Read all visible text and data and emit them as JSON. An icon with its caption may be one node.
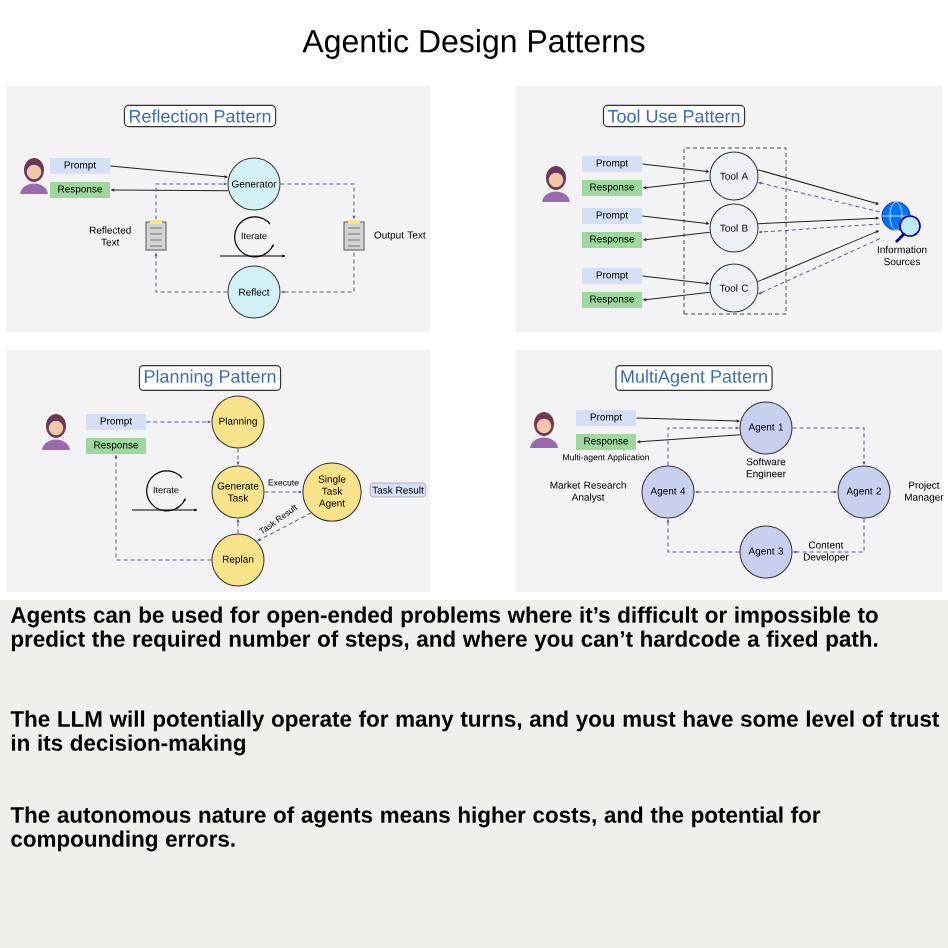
{
  "diagram": {
    "title": "Agentic Design Patterns",
    "nodes": [
      {
        "text": [],
        "shape": "box"
      },
      {
        "text": [
          "Reflection Pattern"
        ],
        "in": 0
      },
      {
        "text": [],
        "shape": "person",
        "in": 0
      },
      {
        "text": [
          "Prompt"
        ],
        "in": 0
      },
      {
        "text": [
          "Response"
        ],
        "in": 0
      },
      {
        "text": [
          "Generator"
        ],
        "in": 0
      },
      {
        "text": [],
        "shape": "document",
        "in": 0,
        "beside": [
          "Reflected Text"
        ]
      },
      {
        "text": [],
        "shape": "document",
        "in": 0,
        "beside": [
          "Output Text"
        ]
      },
      {
        "text": [
          "Reflect"
        ],
        "in": 0
      },
      {
        "text": [],
        "shape": "box"
      },
      {
        "text": [
          "Tool Use Pattern"
        ],
        "in": 9
      },
      {
        "text": [],
        "shape": "person",
        "in": 9
      },
      {
        "text": [
          "Prompt"
        ],
        "in": 9
      },
      {
        "text": [
          "Response"
        ],
        "in": 9
      },
      {
        "text": [
          "Prompt"
        ],
        "in": 9
      },
      {
        "text": [
          "Response"
        ],
        "in": 9
      },
      {
        "text": [
          "Prompt"
        ],
        "in": 9
      },
      {
        "text": [
          "Response"
        ],
        "in": 9
      },
      {
        "text": [],
        "shape": "box",
        "in": 9
      },
      {
        "text": [
          "Tool A"
        ],
        "in": 18
      },
      {
        "text": [
          "Tool B"
        ],
        "in": 18
      },
      {
        "text": [
          "Tool C"
        ],
        "in": 18
      },
      {
        "text": [],
        "shape": "globe",
        "in": 9,
        "beside": [
          "Information Sources"
        ]
      },
      {
        "text": [],
        "shape": "box"
      },
      {
        "text": [
          "Planning Pattern"
        ],
        "in": 23
      },
      {
        "text": [],
        "shape": "person",
        "in": 23
      },
      {
        "text": [
          "Prompt"
        ],
        "in": 23
      },
      {
        "text": [
          "Response"
        ],
        "in": 23
      },
      {
        "text": [
          "Planning"
        ],
        "in": 23
      },
      {
        "text": [
          "Generate Task"
        ],
        "in": 23
      },
      {
        "text": [
          "Single Task Agent"
        ],
        "in": 23
      },
      {
        "text": [
          "Task Result"
        ],
        "in": 23
      },
      {
        "text": [
          "Replan"
        ],
        "in": 23
      },
      {
        "text": [],
        "shape": "box"
      },
      {
        "text": [
          "MultiAgent Pattern"
        ],
        "in": 33
      },
      {
        "text": [],
        "shape": "person",
        "in": 33
      },
      {
        "text": [
          "Prompt"
        ],
        "in": 33
      },
      {
        "text": [
          "Response"
        ],
        "in": 33
      },
      {
        "text": [
          "Agent 1"
        ],
        "in": 33,
        "beside": [
          "Software Engineer"
        ]
      },
      {
        "text": [
          "Agent 2"
        ],
        "in": 33,
        "beside": [
          "Project Manager"
        ]
      },
      {
        "text": [
          "Agent 3"
        ],
        "in": 33,
        "beside": [
          "Content Developer"
        ]
      },
      {
        "text": [
          "Agent 4"
        ],
        "in": 33,
        "beside": [
          "Market Research Analyst"
        ]
      }
    ],
    "edges": [
      {
        "from": 3,
        "to": 5,
        "arrow": "to",
        "color": "#222222"
      },
      {
        "from": 5,
        "to": 4,
        "arrow": "to",
        "color": "#222222"
      },
      {
        "from": 5,
        "to": 7,
        "arrow": "to",
        "style": "dashed"
      },
      {
        "from": 7,
        "to": 8,
        "arrow": "to",
        "style": "dashed"
      },
      {
        "from": 8,
        "to": 6,
        "arrow": "to",
        "style": "dashed"
      },
      {
        "from": 6,
        "to": 5,
        "arrow": "to",
        "style": "dashed"
      },
      {
        "from": 12,
        "to": 19,
        "arrow": "to",
        "color": "#222222"
      },
      {
        "from": 19,
        "to": 13,
        "arrow": "to",
        "color": "#222222"
      },
      {
        "from": 14,
        "to": 20,
        "arrow": "to",
        "color": "#222222"
      },
      {
        "from": 20,
        "to": 15,
        "arrow": "to",
        "color": "#222222"
      },
      {
        "from": 16,
        "to": 21,
        "arrow": "to",
        "color": "#222222"
      },
      {
        "from": 21,
        "to": 17,
        "arrow": "to",
        "color": "#222222"
      },
      {
        "from": 19,
        "to": 22,
        "arrow": "to",
        "color": "#222222"
      },
      {
        "from": 22,
        "to": 19,
        "arrow": "to",
        "style": "dashed"
      },
      {
        "from": 20,
        "to": 22,
        "arrow": "to",
        "color": "#222222"
      },
      {
        "from": 22,
        "to": 20,
        "arrow": "to",
        "style": "dashed"
      },
      {
        "from": 21,
        "to": 22,
        "arrow": "to",
        "color": "#222222"
      },
      {
        "from": 22,
        "to": 21,
        "arrow": "to",
        "style": "dashed"
      },
      {
        "from": 26,
        "to": 28,
        "arrow": "to",
        "style": "dashed"
      },
      {
        "from": 28,
        "to": 29,
        "arrow": "to",
        "style": "dashed"
      },
      {
        "from": 29,
        "to": 30,
        "arrow": "to",
        "style": "dashed",
        "label": "Execute"
      },
      {
        "from": 30,
        "to": 32,
        "arrow": "to",
        "style": "dashed",
        "label": "Task Result"
      },
      {
        "from": 32,
        "to": 29,
        "arrow": "to",
        "style": "dashed"
      },
      {
        "from": 32,
        "to": 27,
        "arrow": "to",
        "style": "dashed"
      },
      {
        "from": 36,
        "to": 38,
        "arrow": "to",
        "color": "#222222"
      },
      {
        "from": 38,
        "to": 37,
        "arrow": "to",
        "color": "#222222"
      },
      {
        "from": 38,
        "to": 39,
        "arrow": "to",
        "style": "dashed"
      },
      {
        "from": 39,
        "to": 40,
        "arrow": "to",
        "style": "dashed"
      },
      {
        "from": 40,
        "to": 41,
        "arrow": "to",
        "style": "dashed"
      },
      {
        "from": 41,
        "to": 38,
        "arrow": "to",
        "style": "dashed"
      },
      {
        "from": 41,
        "to": 39,
        "arrow": "both",
        "style": "dashed"
      }
    ],
    "labels": [
      "Iterate",
      "Iterate",
      "Multi-agent Application",
      "Agents can be used for open-ended problems where it’s difficult or impossible to predict the required number of steps, and where you can’t hardcode a fixed path.",
      "The LLM will potentially operate for many turns, and you must have some level of trust in its decision-making",
      "The autonomous nature of agents means higher costs, and the potential for compounding errors."
    ]
  }
}
